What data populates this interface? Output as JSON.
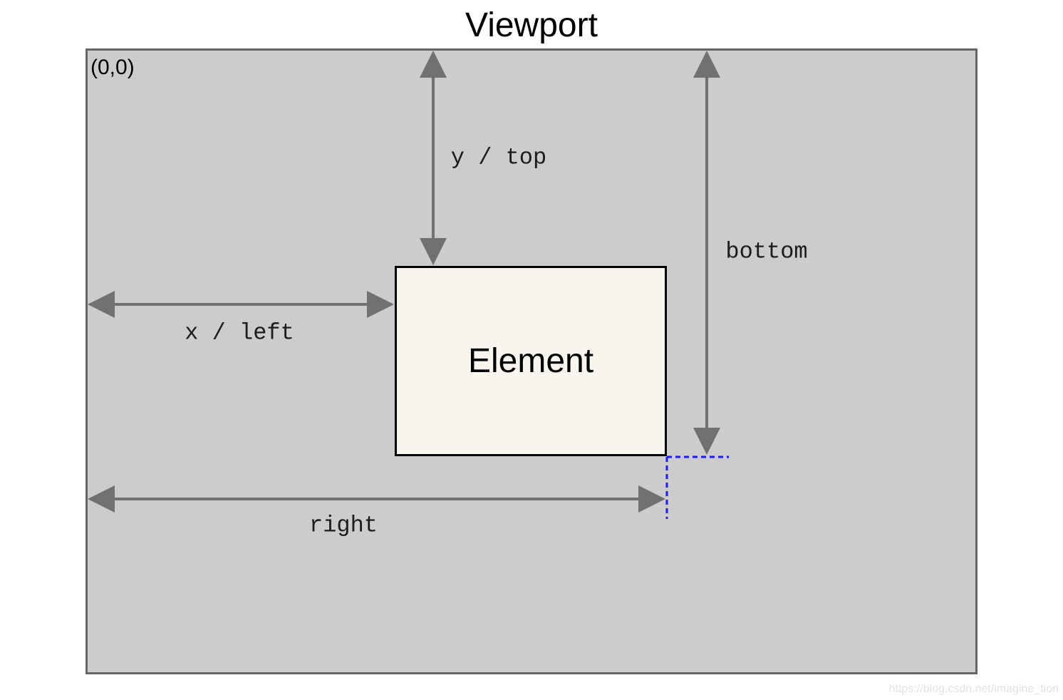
{
  "title": "Viewport",
  "viewport": {
    "origin_label": "(0,0)"
  },
  "element": {
    "label": "Element"
  },
  "measurements": {
    "y_top": "y / top",
    "x_left": "x / left",
    "bottom": "bottom",
    "right": "right"
  },
  "watermark": "https://blog.csdn.net/imagine_tion",
  "colors": {
    "viewport-fill": "#cccccc",
    "viewport-border": "#666666",
    "element-fill": "#f8f5ef",
    "element-border": "#000000",
    "arrow": "#717171",
    "guide-blue": "#1a1aff",
    "watermark": "#e2e2e2",
    "text": "#111111"
  }
}
